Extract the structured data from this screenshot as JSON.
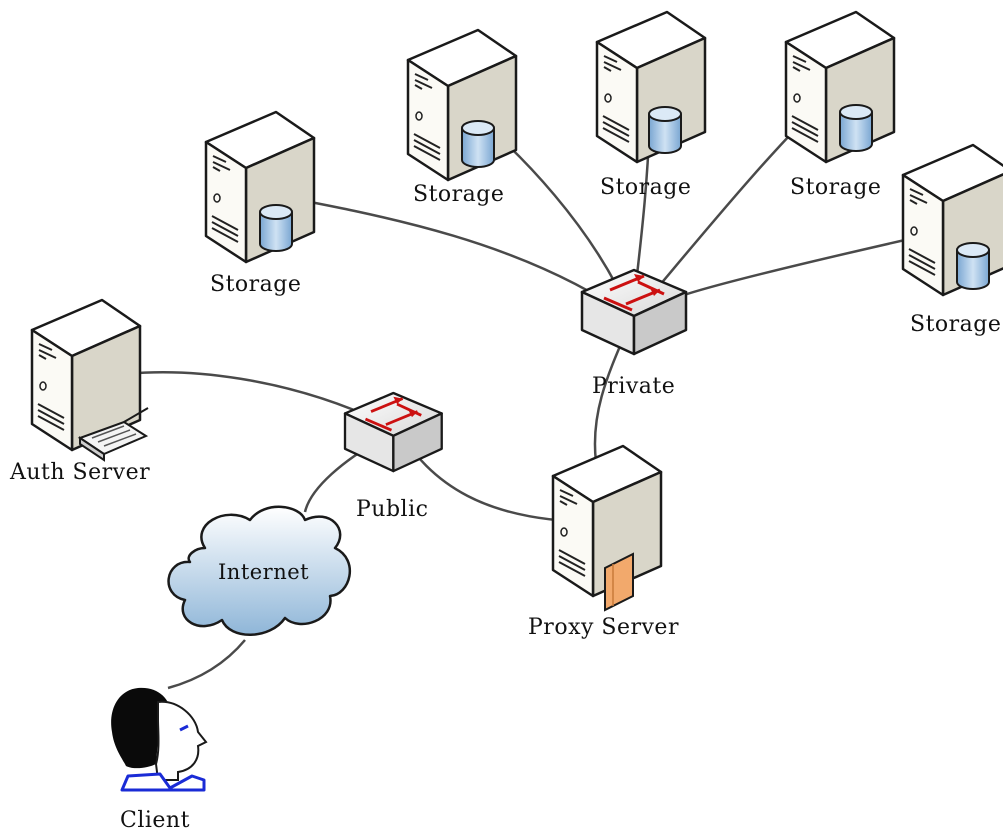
{
  "nodes": {
    "storage_1": {
      "label": "Storage"
    },
    "storage_2": {
      "label": "Storage"
    },
    "storage_3": {
      "label": "Storage"
    },
    "storage_4": {
      "label": "Storage"
    },
    "storage_5": {
      "label": "Storage"
    },
    "private_switch": {
      "label": "Private"
    },
    "public_switch": {
      "label": "Public"
    },
    "auth_server": {
      "label": "Auth Server"
    },
    "proxy_server": {
      "label": "Proxy Server"
    },
    "internet": {
      "label": "Internet"
    },
    "client": {
      "label": "Client"
    }
  },
  "colors": {
    "link": "#4a4a4a",
    "server_body": "#fbfaf5",
    "server_outline": "#1a1a1a",
    "disk": "#9cc0e2",
    "cloud": "#b8d2e8",
    "switch_arrow": "#cc1111",
    "proxy_panel": "#f2a96c",
    "client_accent": "#1a2bd6"
  }
}
